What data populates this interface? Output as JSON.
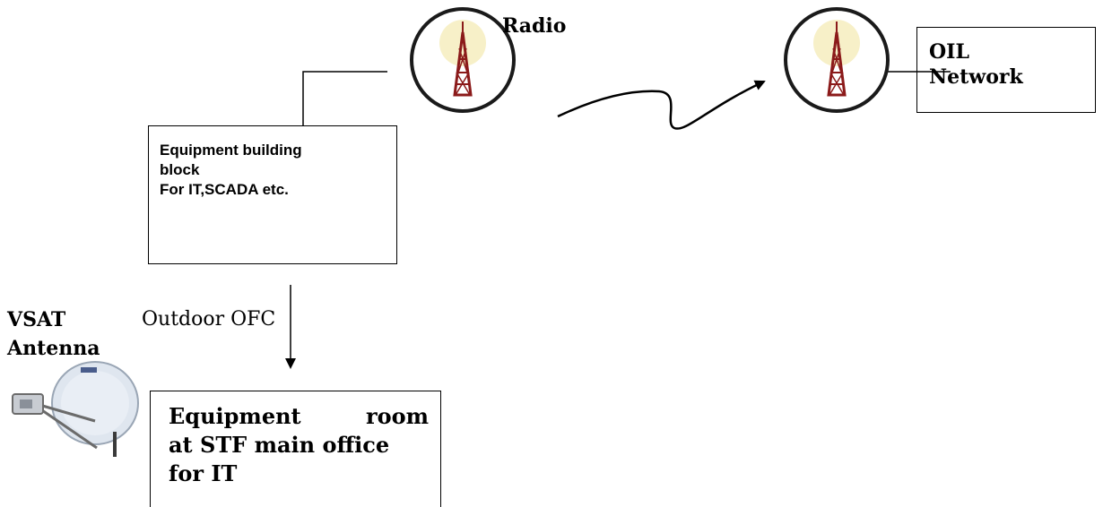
{
  "nodes": {
    "radio": {
      "label": "Radio"
    },
    "oil_network": {
      "label": "OIL\nNetwork"
    },
    "equipment_block": {
      "label": "Equipment building\nblock\nFor IT,SCADA etc."
    },
    "vsat": {
      "label": "VSAT\nAntenna"
    },
    "equipment_room": {
      "line1_left": "Equipment",
      "line1_right": "room",
      "line2": "at STF main office",
      "line3": "for IT"
    }
  },
  "links": {
    "ofc": {
      "label": "Outdoor OFC"
    }
  },
  "icons": {
    "radio_tower": "radio-tower-icon",
    "oil_tower": "radio-tower-icon",
    "vsat_dish": "satellite-dish-icon"
  },
  "colors": {
    "tower_red": "#8b1a1a",
    "tower_glow": "#f7f0c8",
    "ring": "#1a1a1a",
    "dish": "#dfe6ef"
  }
}
